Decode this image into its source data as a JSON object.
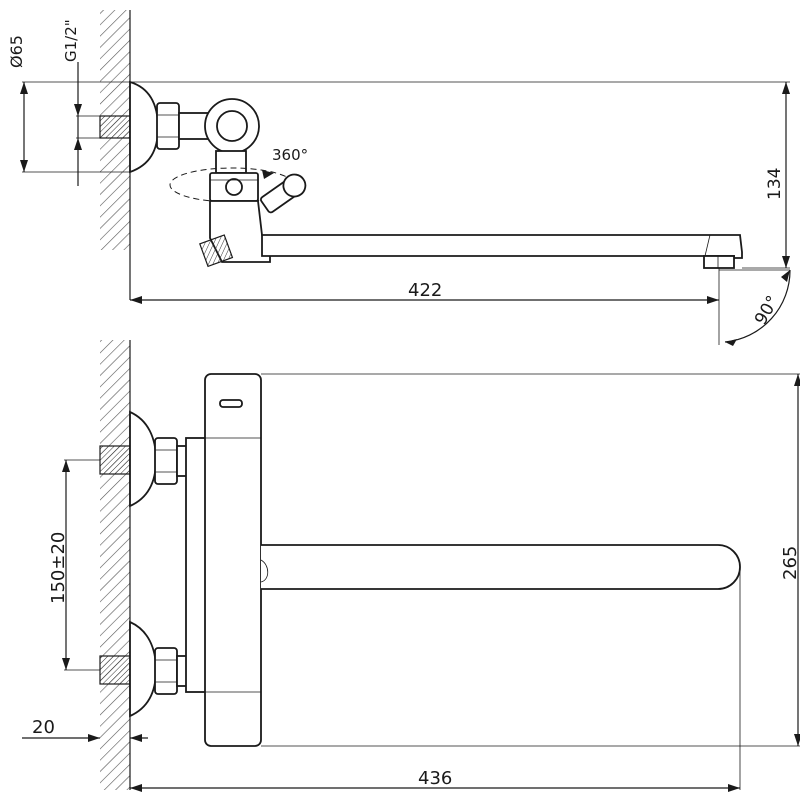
{
  "dimensions": {
    "diameter": "Ø65",
    "thread": "G1/2\"",
    "rotation": "360°",
    "height_top": "134",
    "length_top": "422",
    "swivel_angle": "90°",
    "spacing": "150±20",
    "wall_offset": "20",
    "height_side": "265",
    "length_bottom": "436"
  }
}
